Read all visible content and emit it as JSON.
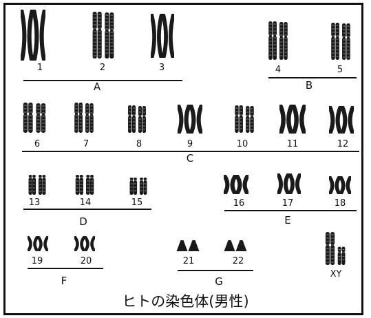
{
  "caption": "ヒトの染色体(男性)",
  "colors": {
    "chromosome": "#1a1a1a",
    "border": "#111111",
    "background": "#ffffff"
  },
  "groups": {
    "A": {
      "label": "A",
      "chromosomes": [
        "1",
        "2",
        "3"
      ]
    },
    "B": {
      "label": "B",
      "chromosomes": [
        "4",
        "5"
      ]
    },
    "C": {
      "label": "C",
      "chromosomes": [
        "6",
        "7",
        "8",
        "9",
        "10",
        "11",
        "12"
      ]
    },
    "D": {
      "label": "D",
      "chromosomes": [
        "13",
        "14",
        "15"
      ]
    },
    "E": {
      "label": "E",
      "chromosomes": [
        "16",
        "17",
        "18"
      ]
    },
    "F": {
      "label": "F",
      "chromosomes": [
        "19",
        "20"
      ]
    },
    "G": {
      "label": "G",
      "chromosomes": [
        "21",
        "22"
      ]
    },
    "SEX": {
      "chromosomes": [
        "XY"
      ]
    }
  }
}
